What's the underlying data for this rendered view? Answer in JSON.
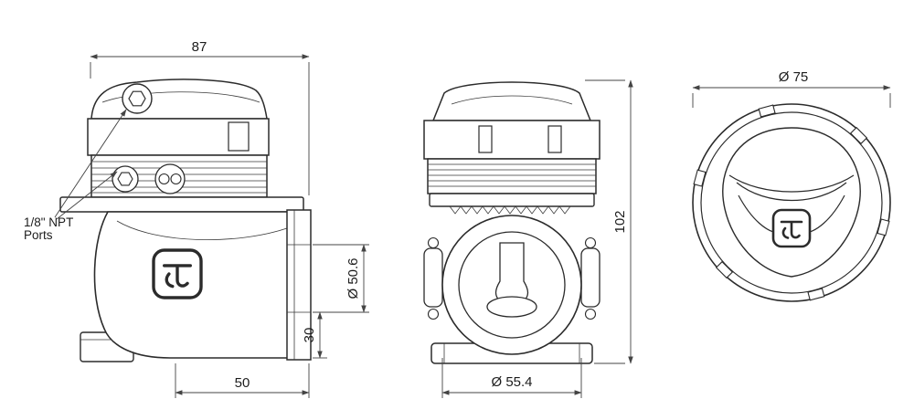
{
  "drawing": {
    "dimensions": {
      "body_width": "87",
      "cap_diameter": "Ø 75",
      "overall_height": "102",
      "outlet_bore": "Ø 50.6",
      "outlet_offset": "30",
      "axis_to_face": "50",
      "valve_bore": "Ø 55.4"
    },
    "labels": {
      "ports_line1": "1/8\" NPT",
      "ports_line2": "Ports"
    },
    "colors": {
      "line": "#2b2b2b",
      "dimension": "#444444",
      "background": "#ffffff"
    }
  }
}
